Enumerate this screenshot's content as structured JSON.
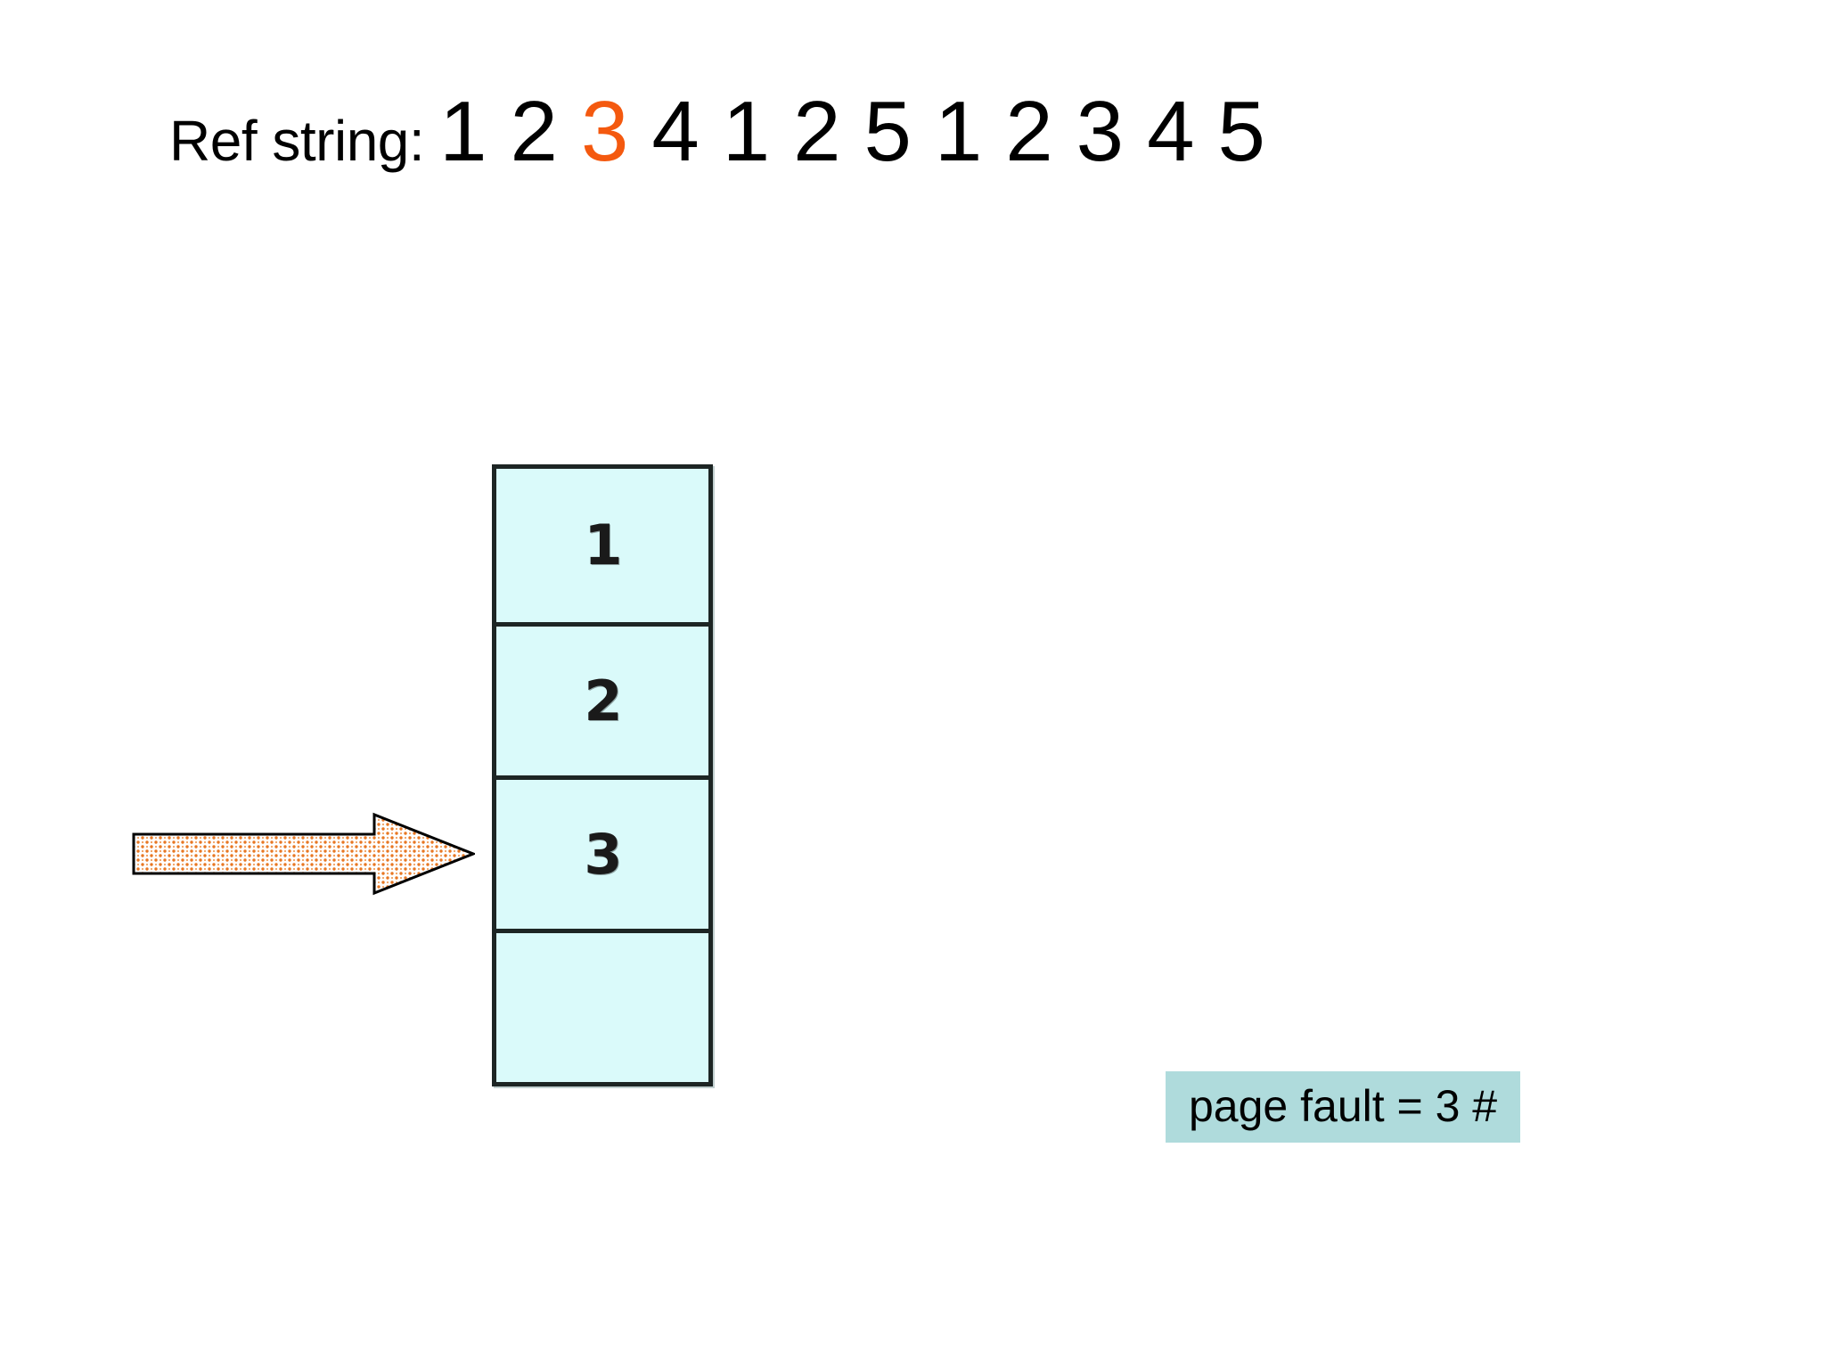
{
  "slide": {
    "background_color": "#FFFFFF"
  },
  "ref_string": {
    "label": "Ref string:",
    "digits": [
      "1",
      "2",
      "3",
      "4",
      "1",
      "2",
      "5",
      "1",
      "2",
      "3",
      "4",
      "5"
    ],
    "highlight_index": 2,
    "highlight_color": "#F4590F",
    "default_color": "#000000"
  },
  "frames": {
    "fill_color": "#DAFAFA",
    "border_color": "#1D2524",
    "cells": [
      {
        "value": "1"
      },
      {
        "value": "2"
      },
      {
        "value": "3"
      },
      {
        "value": ""
      }
    ]
  },
  "pointer": {
    "icon": "right-arrow-icon",
    "fill_color": "#E87722",
    "outline_color": "#000000",
    "direction": "right"
  },
  "page_fault": {
    "text": "page fault = 3 #",
    "count": 3,
    "background_color": "#AFDBDC",
    "text_color": "#000000"
  }
}
